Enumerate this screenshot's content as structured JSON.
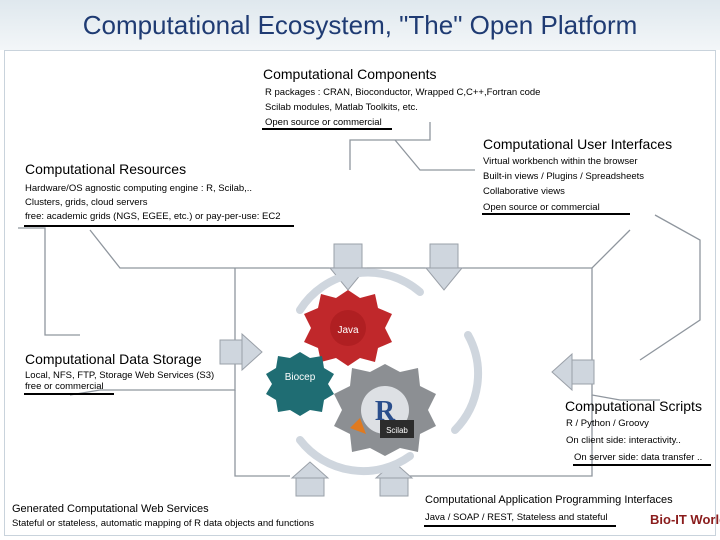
{
  "title": "Computational Ecosystem, \"The\" Open Platform",
  "components": {
    "heading": "Computational Components",
    "lines": [
      "R packages : CRAN, Bioconductor,  Wrapped C,C++,Fortran code",
      "Scilab modules, Matlab Toolkits, etc.",
      "Open source or  commercial"
    ]
  },
  "user_interfaces": {
    "heading": "Computational User Interfaces",
    "lines": [
      "Virtual workbench within the browser",
      "Built-in views / Plugins / Spreadsheets",
      "Collaborative views",
      "Open source or commercial"
    ]
  },
  "resources": {
    "heading": "Computational Resources",
    "lines": [
      "Hardware/OS agnostic computing engine : R, Scilab,..",
      "Clusters, grids, cloud servers",
      "free: academic grids (NGS, EGEE, etc.) or pay-per-use: EC2"
    ]
  },
  "data_storage": {
    "heading": "Computational Data Storage",
    "lines": [
      "Local, NFS, FTP, Storage Web Services (S3)",
      "free or commercial"
    ]
  },
  "scripts": {
    "heading": "Computational Scripts",
    "lines": [
      "R / Python / Groovy",
      "On client side: interactivity..",
      "On server side: data transfer .."
    ]
  },
  "web_services": {
    "heading": "Generated Computational Web Services",
    "lines": [
      "Stateful or stateless, automatic mapping of R data objects and functions"
    ]
  },
  "api": {
    "heading": "Computational Application Programming Interfaces",
    "lines": [
      "Java / SOAP / REST, Stateless and stateful"
    ]
  },
  "center": {
    "biocep_label": "Biocep",
    "java_label": "Java",
    "r_label": "R",
    "scilab_label": "Scilab"
  },
  "logo": {
    "text": "Bio-IT World"
  },
  "colors": {
    "title": "#1f3b73",
    "java_gear": "#c0282b",
    "biocep_gear": "#1f6d73",
    "r_gear": "#8c8f93",
    "chevron": "#9aa0a8",
    "chevron_light": "#dde3ea"
  }
}
